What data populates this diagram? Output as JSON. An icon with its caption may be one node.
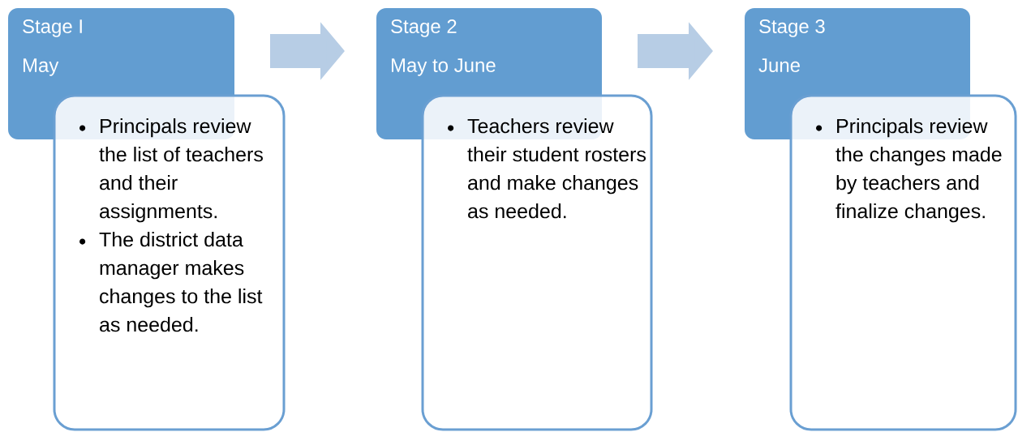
{
  "diagram": {
    "nodes": [
      {
        "text": [
          "Stage I",
          "May"
        ]
      },
      {
        "text": [
          "Principals review the list of teachers and their assignments.",
          "The district data manager makes changes to the list as needed."
        ]
      },
      {
        "text": [
          "Stage 2",
          "May to June"
        ]
      },
      {
        "text": [
          "Teachers review their student rosters and make changes as needed."
        ]
      },
      {
        "text": [
          "Stage 3",
          "June"
        ]
      },
      {
        "text": [
          "Principals review the changes made by teachers and finalize changes."
        ]
      }
    ],
    "edges": [
      {
        "from": 0,
        "to": 2,
        "arrow": "to"
      },
      {
        "from": 2,
        "to": 4,
        "arrow": "to"
      }
    ]
  }
}
